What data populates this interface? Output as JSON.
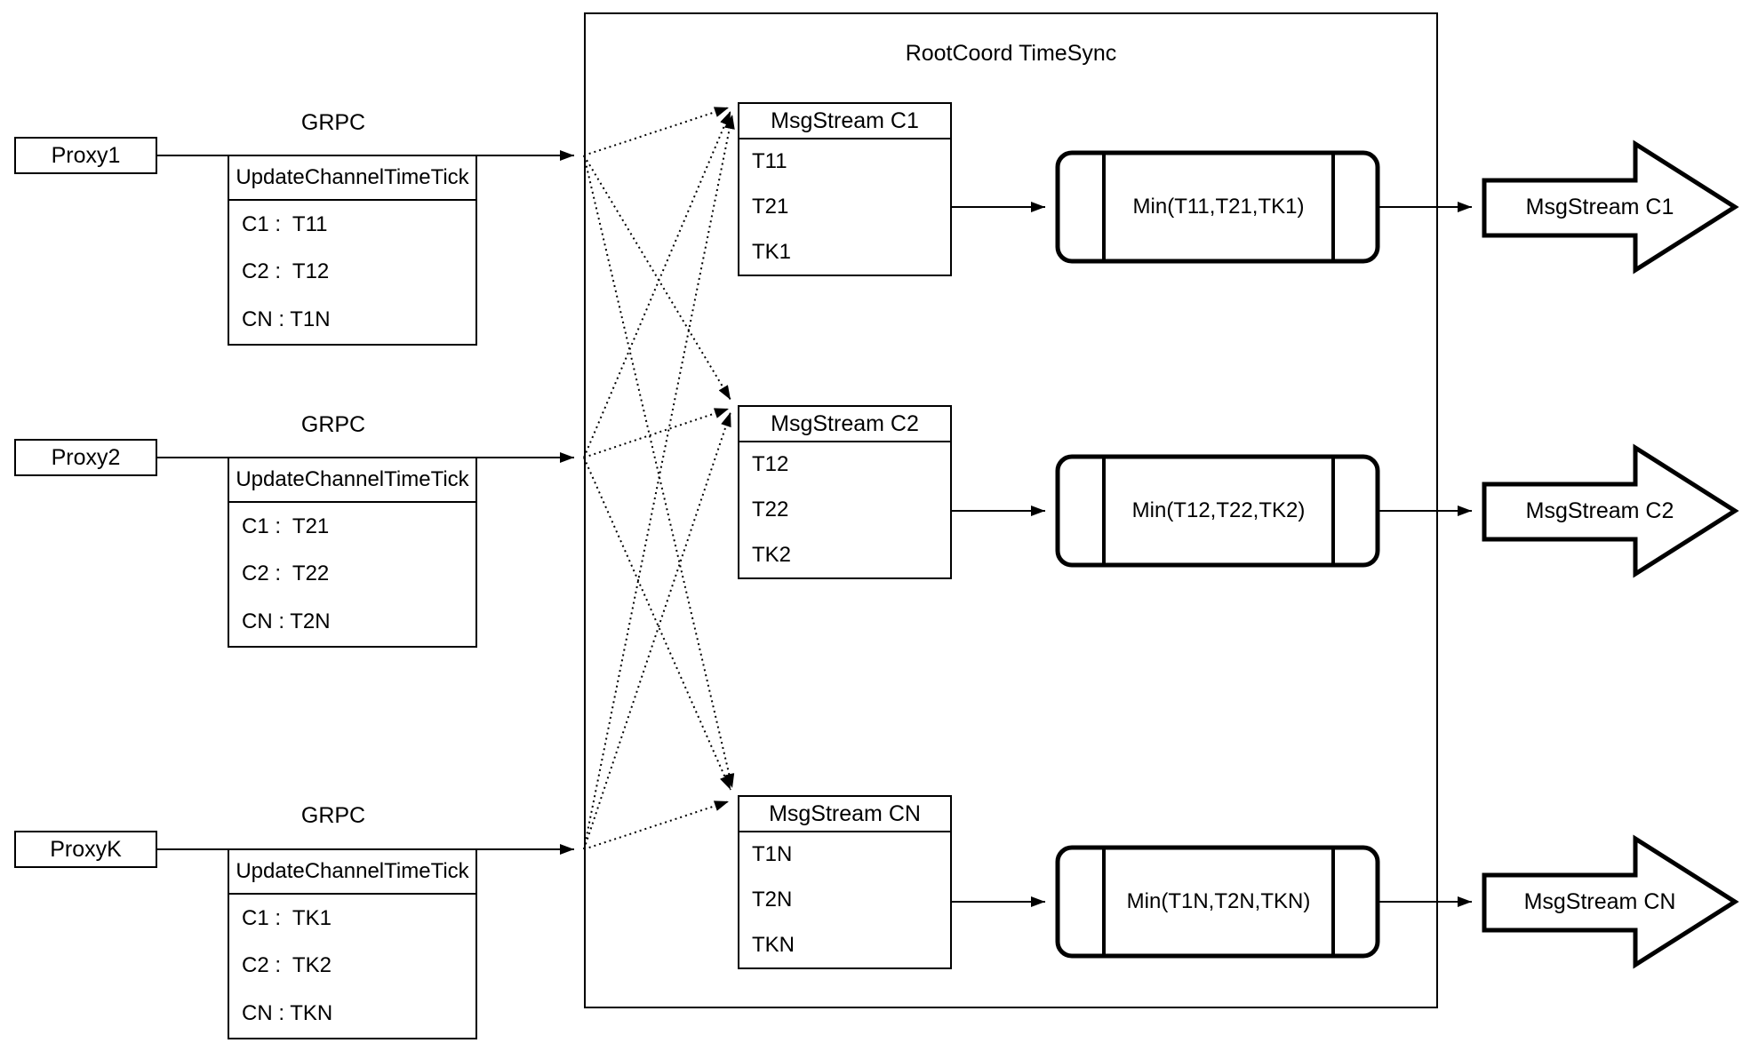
{
  "title": "RootCoord TimeSync",
  "grpc_label": "GRPC",
  "update_table_header": "UpdateChannelTimeTick",
  "proxies": [
    {
      "name": "Proxy1",
      "ticks": [
        "C1 :  T11",
        "C2 :  T12",
        "CN : T1N"
      ]
    },
    {
      "name": "Proxy2",
      "ticks": [
        "C1 :  T21",
        "C2 :  T22",
        "CN : T2N"
      ]
    },
    {
      "name": "ProxyK",
      "ticks": [
        "C1 :  TK1",
        "C2 :  TK2",
        "CN : TKN"
      ]
    }
  ],
  "streams": [
    {
      "header": "MsgStream C1",
      "values": [
        "T11",
        "T21",
        "TK1"
      ],
      "min": "Min(T11,T21,TK1)",
      "output": "MsgStream C1"
    },
    {
      "header": "MsgStream C2",
      "values": [
        "T12",
        "T22",
        "TK2"
      ],
      "min": "Min(T12,T22,TK2)",
      "output": "MsgStream C2"
    },
    {
      "header": "MsgStream CN",
      "values": [
        "T1N",
        "T2N",
        "TKN"
      ],
      "min": "Min(T1N,T2N,TKN)",
      "output": "MsgStream CN"
    }
  ],
  "colors": {
    "stroke": "#000000",
    "background": "#ffffff"
  }
}
